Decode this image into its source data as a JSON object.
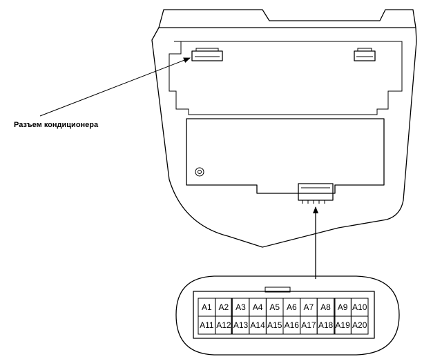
{
  "label": "Разъем кондиционера",
  "connector": {
    "rows": [
      [
        "A1",
        "A2",
        "A3",
        "A4",
        "A5",
        "A6",
        "A7",
        "A8",
        "A9",
        "A10"
      ],
      [
        "A11",
        "A12",
        "A13",
        "A14",
        "A15",
        "A16",
        "A17",
        "A18",
        "A19",
        "A20"
      ]
    ]
  }
}
